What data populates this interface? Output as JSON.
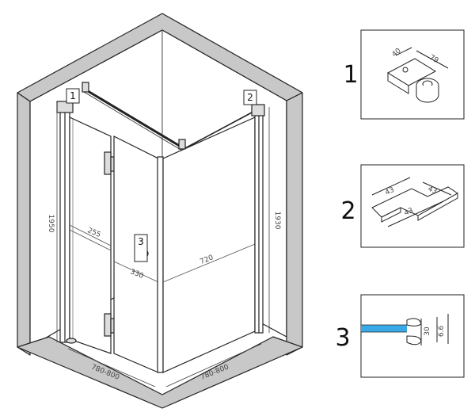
{
  "main": {
    "wall_left_height": "1950",
    "wall_right_height": "1930",
    "dim_255": "255",
    "dim_330": "330",
    "dim_720": "720",
    "width_left": "780-800",
    "width_right": "780-800",
    "marker_1": "1",
    "marker_2": "2",
    "marker_3": "3"
  },
  "details": [
    {
      "number": "1",
      "dims": [
        "40",
        "79"
      ]
    },
    {
      "number": "2",
      "dims": [
        "43",
        "43",
        "43"
      ]
    },
    {
      "number": "3",
      "dims": [
        "30",
        "6.6"
      ]
    }
  ],
  "colors": {
    "wall": "#c8c8c8",
    "line": "#222222",
    "glass_highlight": "#3aa9e8"
  }
}
